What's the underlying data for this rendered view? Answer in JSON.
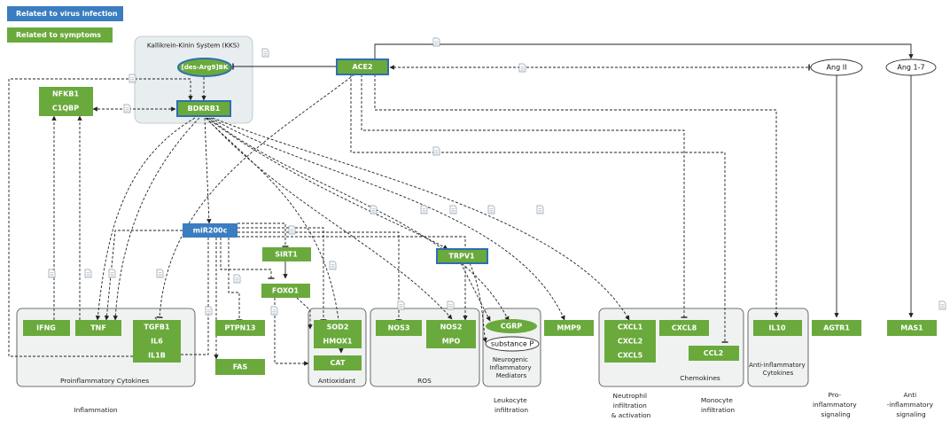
{
  "legend": {
    "virus": "Related to virus infection",
    "symptoms": "Related to symptoms"
  },
  "colors": {
    "virus": "#3a7dc0",
    "symptoms": "#6aaa3c",
    "group_fill": "#f0f2f2",
    "kks_fill": "#e8edf0"
  },
  "kks_title": "Kallikrein-Kinin System (KKS)",
  "nodes": {
    "des_arg9": "[des-Arg9]BK",
    "ace2": "ACE2",
    "bdkrb1": "BDKRB1",
    "nfkb1": "NFKB1",
    "c1qbp": "C1QBP",
    "ang2": "Ang II",
    "ang17": "Ang 1-7",
    "mir200c": "miR200c",
    "sirt1": "SIRT1",
    "foxo1": "FOXO1",
    "trpv1": "TRPV1",
    "ifng": "IFNG",
    "tnf": "TNF",
    "tgfb1": "TGFB1",
    "il6": "IL6",
    "il1b": "IL1B",
    "ptpn13": "PTPN13",
    "fas": "FAS",
    "sod2": "SOD2",
    "hmox1": "HMOX1",
    "cat": "CAT",
    "nos3": "NOS3",
    "nos2": "NOS2",
    "mpo": "MPO",
    "cgrp": "CGRP",
    "substance_p": "substance P",
    "mmp9": "MMP9",
    "cxcl1": "CXCL1",
    "cxcl2": "CXCL2",
    "cxcl5": "CXCL5",
    "cxcl8": "CXCL8",
    "ccl2": "CCL2",
    "il10": "IL10",
    "agtr1": "AGTR1",
    "mas1": "MAS1"
  },
  "groups": {
    "proinflammatory": "Proinflammatory Cytokines",
    "antioxidant": "Antioxidant",
    "ros": "ROS",
    "neurogenic": [
      "Neurogenic",
      "Inflammatory",
      "Mediators"
    ],
    "chemokines": "Chemokines",
    "antiinflammatory": [
      "Anti-inflammatory",
      "Cytokines"
    ]
  },
  "captions": {
    "inflammation": "Inflammation",
    "leukocyte": [
      "Leukocyte",
      "infiltration"
    ],
    "neutrophil": [
      "Neutrophil",
      "infiltration",
      "& activation"
    ],
    "monocyte": [
      "Monocyte",
      "infiltration"
    ],
    "proinflammatory_signaling": [
      "Pro-",
      "inflammatory",
      "signaling"
    ],
    "antiinflammatory_signaling": [
      "Anti",
      "-inflammatory",
      "signaling"
    ]
  }
}
